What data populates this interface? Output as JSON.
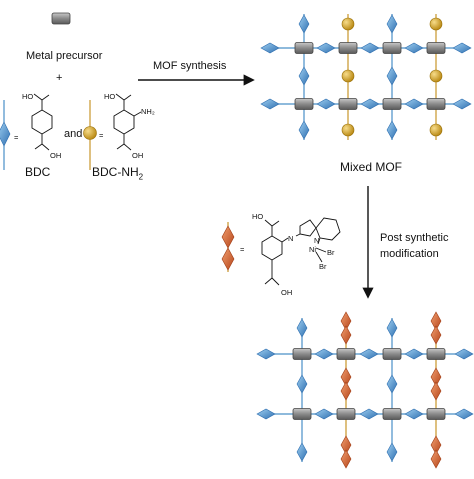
{
  "labels": {
    "metal_precursor": "Metal precursor",
    "plus": "+",
    "and": "and",
    "bdc": "BDC",
    "bdc_nh2_main": "BDC-NH",
    "bdc_nh2_sub": "2",
    "mof_synthesis": "MOF synthesis",
    "mixed_mof": "Mixed MOF",
    "post_synthetic_line1": "Post synthetic",
    "post_synthetic_line2": "modification",
    "equals": "="
  },
  "chem_text": {
    "ho": "HO",
    "oh": "OH",
    "nh2": "NH₂",
    "n": "N",
    "ni": "Ni",
    "br": "Br"
  },
  "colors": {
    "metal_node": "#7f7f7f",
    "bdc_diamond": "#4a90c8",
    "bdc_nh2_ball": "#d4a020",
    "ni_complex_diamond": "#d0602a",
    "framework_line_blue": "#4a90c8",
    "framework_line_orange": "#c8962a",
    "arrow": "#111111"
  }
}
